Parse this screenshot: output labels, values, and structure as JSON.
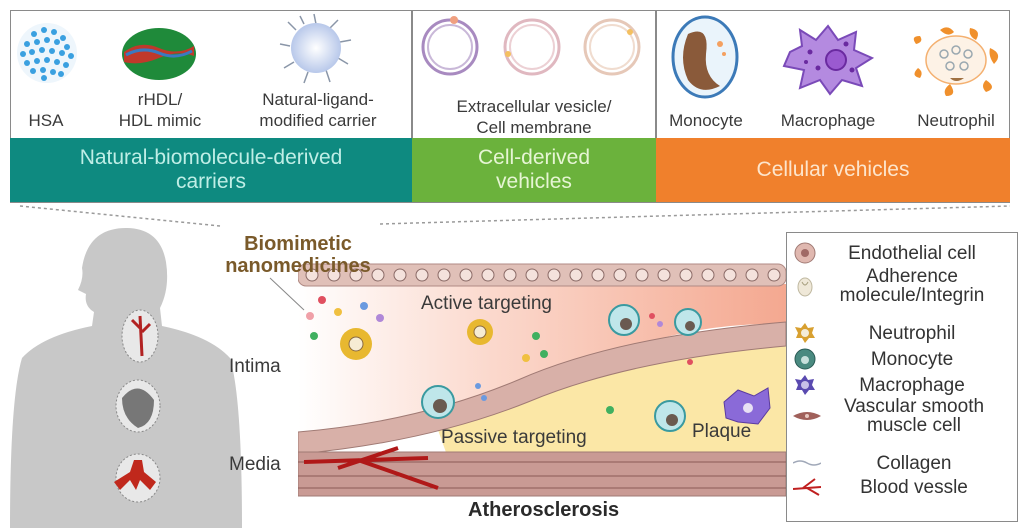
{
  "top_panel": {
    "groups": [
      {
        "title_line1": "Natural-biomolecule-derived",
        "title_line2": "carriers",
        "color": "#0e8a80",
        "items": [
          {
            "icon": "hsa-nanoparticle-icon",
            "label_line1": "HSA",
            "label_line2": ""
          },
          {
            "icon": "rhdl-particle-icon",
            "label_line1": "rHDL/",
            "label_line2": "HDL mimic"
          },
          {
            "icon": "ligand-carrier-icon",
            "label_line1": "Natural-ligand-",
            "label_line2": "modified carrier"
          }
        ]
      },
      {
        "title_line1": "Cell-derived",
        "title_line2": "vehicles",
        "color": "#6bb23c",
        "items": [
          {
            "icon": "vesicle-membrane-icon",
            "label_line1": "Extracellular vesicle/",
            "label_line2": "Cell membrane"
          }
        ]
      },
      {
        "title_line1": "Cellular vehicles",
        "title_line2": "",
        "color": "#f0802c",
        "items": [
          {
            "icon": "monocyte-icon",
            "label_line1": "Monocyte"
          },
          {
            "icon": "macrophage-icon",
            "label_line1": "Macrophage"
          },
          {
            "icon": "neutrophil-icon",
            "label_line1": "Neutrophil"
          }
        ]
      }
    ]
  },
  "main": {
    "biomimetic_line1": "Biomimetic",
    "biomimetic_line2": "nanomedicines",
    "intima": "Intima",
    "media": "Media",
    "active_targeting": "Active targeting",
    "passive_targeting": "Passive targeting",
    "plaque": "Plaque",
    "caption": "Atherosclerosis"
  },
  "legend": {
    "items": [
      {
        "icon": "endothelial-cell-icon",
        "line1": "Endothelial cell",
        "line2": ""
      },
      {
        "icon": "adherence-molecule-icon",
        "line1": "Adherence",
        "line2": "molecule/Integrin"
      },
      {
        "icon": "neutrophil-icon",
        "line1": "Neutrophil",
        "line2": ""
      },
      {
        "icon": "monocyte-icon",
        "line1": "Monocyte",
        "line2": ""
      },
      {
        "icon": "macrophage-icon",
        "line1": "Macrophage",
        "line2": ""
      },
      {
        "icon": "smooth-muscle-cell-icon",
        "line1": "Vascular smooth",
        "line2": "muscle cell"
      },
      {
        "icon": "collagen-icon",
        "line1": "Collagen",
        "line2": ""
      },
      {
        "icon": "blood-vessel-icon",
        "line1": "Blood vessle",
        "line2": ""
      }
    ]
  },
  "colors": {
    "teal": "#0e8a80",
    "green": "#6bb23c",
    "orange": "#f0802c",
    "body_gray": "#c8c8c8",
    "cell_pink": "#d9b3ac",
    "plaque_yellow": "#fbe7a6",
    "lumen_pink": "#f7c6b8"
  }
}
